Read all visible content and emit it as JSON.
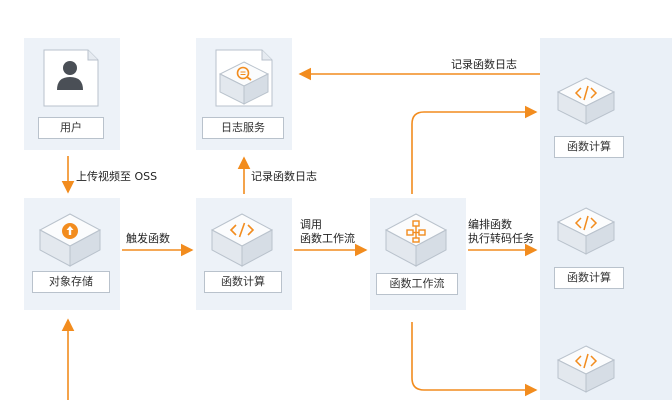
{
  "nodes": {
    "user": {
      "label": "用户"
    },
    "log_service": {
      "label": "日志服务"
    },
    "object_storage": {
      "label": "对象存储"
    },
    "function_compute_main": {
      "label": "函数计算"
    },
    "function_workflow": {
      "label": "函数工作流"
    },
    "function_compute_1": {
      "label": "函数计算"
    },
    "function_compute_2": {
      "label": "函数计算"
    }
  },
  "edges": {
    "upload": {
      "label": "上传视频至 OSS"
    },
    "trigger": {
      "label": "触发函数"
    },
    "log_fc": {
      "label": "记录函数日志"
    },
    "call_line1": {
      "label": "调用"
    },
    "call_line2": {
      "label": "函数工作流"
    },
    "orchestrate_line1": {
      "label": "编排函数"
    },
    "orchestrate_line2": {
      "label": "执行转码任务"
    },
    "log_workflow": {
      "label": "记录函数日志"
    }
  },
  "colors": {
    "accent": "#f28c1e",
    "panel": "#edf2f8",
    "border": "#b9c2cc"
  }
}
